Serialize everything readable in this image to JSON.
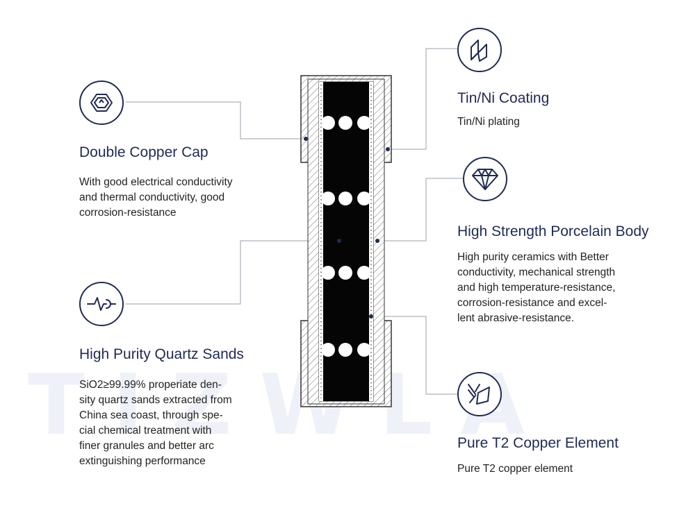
{
  "watermark": {
    "text": "TIZWLA"
  },
  "colors": {
    "navy": "#1f2a55",
    "line": "#9aa0a8",
    "fuse_core": "#050505"
  },
  "features": {
    "copper_cap": {
      "icon": "copper-cap-icon",
      "title": "Double Copper Cap",
      "lines": [
        "With good electrical conductivity",
        "and thermal conductivity, good",
        "corrosion-resistance"
      ]
    },
    "quartz": {
      "icon": "waveform-icon",
      "title": "High Purity Quartz Sands",
      "lines": [
        "SiO2≥99.99% properiate den-",
        "sity quartz sands extracted from",
        "China sea coast, through spe-",
        "cial chemical treatment with",
        "finer granules and better arc",
        "extinguishing performance"
      ]
    },
    "coating": {
      "icon": "coating-icon",
      "title": "Tin/Ni Coating",
      "lines": [
        "Tin/Ni plating"
      ]
    },
    "porcelain": {
      "icon": "diamond-icon",
      "title": "High Strength Porcelain Body",
      "lines": [
        "High purity ceramics with Better",
        "conductivity, mechanical strength",
        "and high temperature-resistance,",
        "corrosion-resistance and excel-",
        "lent abrasive-resistance."
      ]
    },
    "copper_element": {
      "icon": "copper-element-icon",
      "title": "Pure T2 Copper Element",
      "lines": [
        "Pure T2 copper element"
      ]
    }
  }
}
